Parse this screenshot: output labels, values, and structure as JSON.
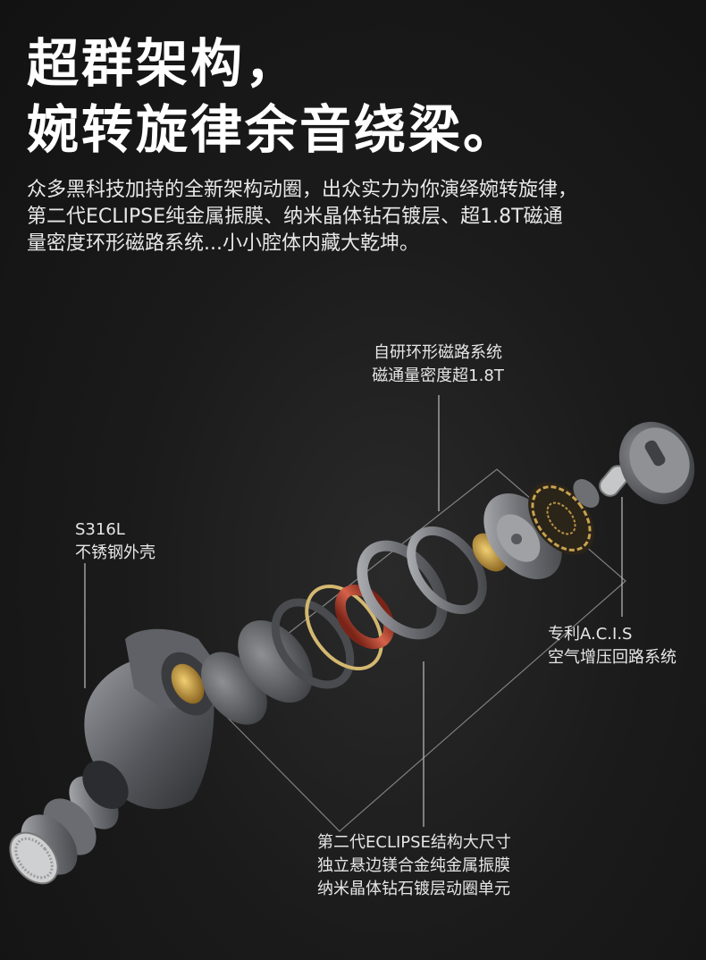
{
  "headline": {
    "line1": "超群架构，",
    "line2": "婉转旋律余音绕梁。"
  },
  "intro": {
    "line1": "众多黑科技加持的全新架构动圈，出众实力为你演绎婉转旋律，",
    "line2": "第二代ECLIPSE纯金属振膜、纳米晶体钻石镀层、超1.8T磁通",
    "line3": "量密度环形磁路系统...小小腔体内藏大乾坤。"
  },
  "callouts": {
    "magnetic": {
      "line1": "自研环形磁路系统",
      "line2": "磁通量密度超1.8T"
    },
    "shell": {
      "line1": "S316L",
      "line2": "不锈钢外壳"
    },
    "acis": {
      "line1": "专利A.C.I.S",
      "line2": "空气增压回路系统"
    },
    "driver": {
      "line1": "第二代ECLIPSE结构大尺寸",
      "line2": "独立悬边镁合金纯金属振膜",
      "line3": "纳米晶体钻石镀层动圈单元"
    }
  },
  "colors": {
    "background": "#161616",
    "text": "#ffffff",
    "metal": "#8a8c90",
    "gold": "#c9a14a",
    "copper": "#c0503a"
  }
}
